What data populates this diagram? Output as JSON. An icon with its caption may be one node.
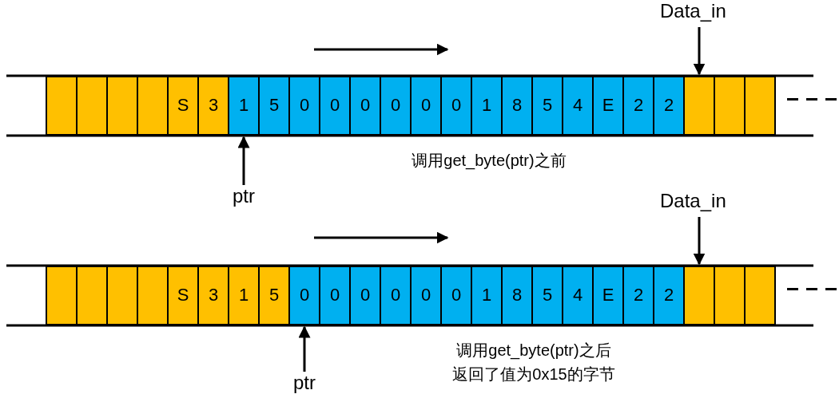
{
  "diagram": {
    "nodes": [
      {
        "text": [
          "Data_in"
        ]
      },
      {
        "text": [],
        "shape": "box"
      },
      {
        "text": [],
        "shape": "box"
      },
      {
        "text": [],
        "shape": "box"
      },
      {
        "text": [],
        "shape": "box"
      },
      {
        "text": [
          "S"
        ]
      },
      {
        "text": [
          "3"
        ]
      },
      {
        "text": [
          "1"
        ]
      },
      {
        "text": [
          "5"
        ]
      },
      {
        "text": [
          "0"
        ]
      },
      {
        "text": [
          "0"
        ]
      },
      {
        "text": [
          "0"
        ]
      },
      {
        "text": [
          "0"
        ]
      },
      {
        "text": [
          "0"
        ]
      },
      {
        "text": [
          "0"
        ]
      },
      {
        "text": [
          "1"
        ]
      },
      {
        "text": [
          "8"
        ]
      },
      {
        "text": [
          "5"
        ]
      },
      {
        "text": [
          "4"
        ]
      },
      {
        "text": [
          "E"
        ]
      },
      {
        "text": [
          "2"
        ]
      },
      {
        "text": [
          "2"
        ]
      },
      {
        "text": [],
        "shape": "box"
      },
      {
        "text": [],
        "shape": "box"
      },
      {
        "text": [],
        "shape": "box"
      },
      {
        "text": [
          "ptr"
        ]
      },
      {
        "text": [
          "Data_in"
        ]
      },
      {
        "text": [],
        "shape": "box"
      },
      {
        "text": [],
        "shape": "box"
      },
      {
        "text": [],
        "shape": "box"
      },
      {
        "text": [],
        "shape": "box"
      },
      {
        "text": [
          "S"
        ]
      },
      {
        "text": [
          "3"
        ]
      },
      {
        "text": [
          "1"
        ]
      },
      {
        "text": [
          "5"
        ]
      },
      {
        "text": [
          "0"
        ]
      },
      {
        "text": [
          "0"
        ]
      },
      {
        "text": [
          "0"
        ]
      },
      {
        "text": [
          "0"
        ]
      },
      {
        "text": [
          "0"
        ]
      },
      {
        "text": [
          "0"
        ]
      },
      {
        "text": [
          "1"
        ]
      },
      {
        "text": [
          "8"
        ]
      },
      {
        "text": [
          "5"
        ]
      },
      {
        "text": [
          "4"
        ]
      },
      {
        "text": [
          "E"
        ]
      },
      {
        "text": [
          "2"
        ]
      },
      {
        "text": [
          "2"
        ]
      },
      {
        "text": [],
        "shape": "box"
      },
      {
        "text": [],
        "shape": "box"
      },
      {
        "text": [],
        "shape": "box"
      },
      {
        "text": [
          "ptr"
        ]
      }
    ],
    "edges": [
      {
        "from": 0,
        "to": 22,
        "arrow": "to"
      },
      {
        "from": 25,
        "to": 7,
        "arrow": "to"
      },
      {
        "from": 26,
        "to": 48,
        "arrow": "to"
      },
      {
        "from": 51,
        "to": 35,
        "arrow": "to"
      }
    ],
    "labels": [
      "调用get_byte(ptr)之前",
      "调用get_byte(ptr)之后",
      "返回了值为0x15的字节"
    ]
  }
}
